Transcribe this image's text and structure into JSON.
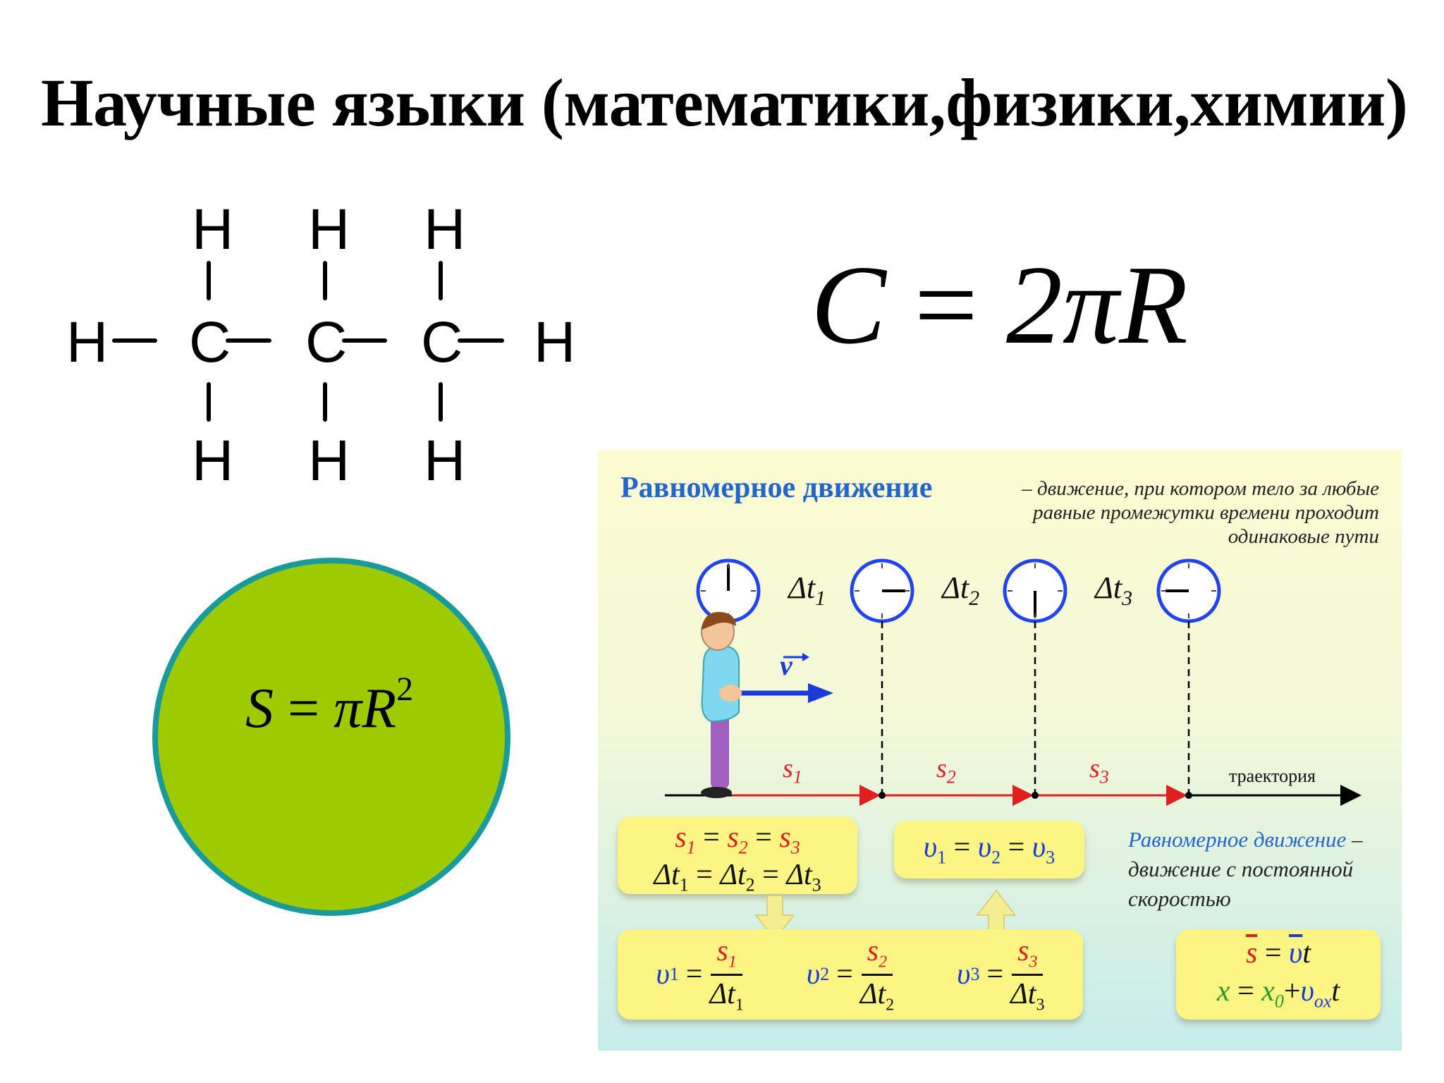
{
  "title": "Научные языки (математики,физики,химии)",
  "molecule": {
    "atoms": {
      "H": "H",
      "C": "C"
    },
    "bond_color": "#000000"
  },
  "circumference": {
    "lhs": "C",
    "eq": "=",
    "rhs": "2πR"
  },
  "area": {
    "lhs": "S",
    "eq": "=",
    "rhs": "πR",
    "exp": "2",
    "fill_color": "#9dca00",
    "border_color": "#1a9a9a"
  },
  "panel": {
    "title": "Равномерное движение",
    "definition": "– движение, при котором тело за любые равные промежутки времени проходит одинаковые пути",
    "intervals": [
      {
        "delta": "Δt",
        "idx": "1"
      },
      {
        "delta": "Δt",
        "idx": "2"
      },
      {
        "delta": "Δt",
        "idx": "3"
      }
    ],
    "segments": [
      {
        "s": "s",
        "idx": "1"
      },
      {
        "s": "s",
        "idx": "2"
      },
      {
        "s": "s",
        "idx": "3"
      }
    ],
    "velocity_label": "v",
    "trajectory_label": "траектория",
    "box1": {
      "line1": {
        "a": "s",
        "ai": "1",
        "b": "s",
        "bi": "2",
        "c": "s",
        "ci": "3",
        "eq": "="
      },
      "line2": {
        "a": "Δt",
        "ai": "1",
        "b": "Δt",
        "bi": "2",
        "c": "Δt",
        "ci": "3",
        "eq": "="
      }
    },
    "box2": {
      "a": "υ",
      "ai": "1",
      "b": "υ",
      "bi": "2",
      "c": "υ",
      "ci": "3",
      "eq": "="
    },
    "box3": [
      {
        "v": "υ",
        "vi": "1",
        "eq": "=",
        "num": "s",
        "numi": "1",
        "den": "Δt",
        "deni": "1"
      },
      {
        "v": "υ",
        "vi": "2",
        "eq": "=",
        "num": "s",
        "numi": "2",
        "den": "Δt",
        "deni": "2"
      },
      {
        "v": "υ",
        "vi": "3",
        "eq": "=",
        "num": "s",
        "numi": "3",
        "den": "Δt",
        "deni": "3"
      }
    ],
    "def2": {
      "highlight": "Равномерное движение",
      "rest": "– движение с постоянной скоростью"
    },
    "box4": {
      "line1": {
        "s": "s",
        "eq": "=",
        "v": "υ",
        "t": "t"
      },
      "line2": {
        "x": "x",
        "eq": "=",
        "x0": "x",
        "x0i": "0",
        "plus": "+",
        "v": "υ",
        "vi": "ox",
        "t": "t"
      }
    },
    "colors": {
      "red": "#e02020",
      "blue": "#1a3bd8",
      "box": "#fdf583",
      "clock": "#2244ee"
    }
  }
}
